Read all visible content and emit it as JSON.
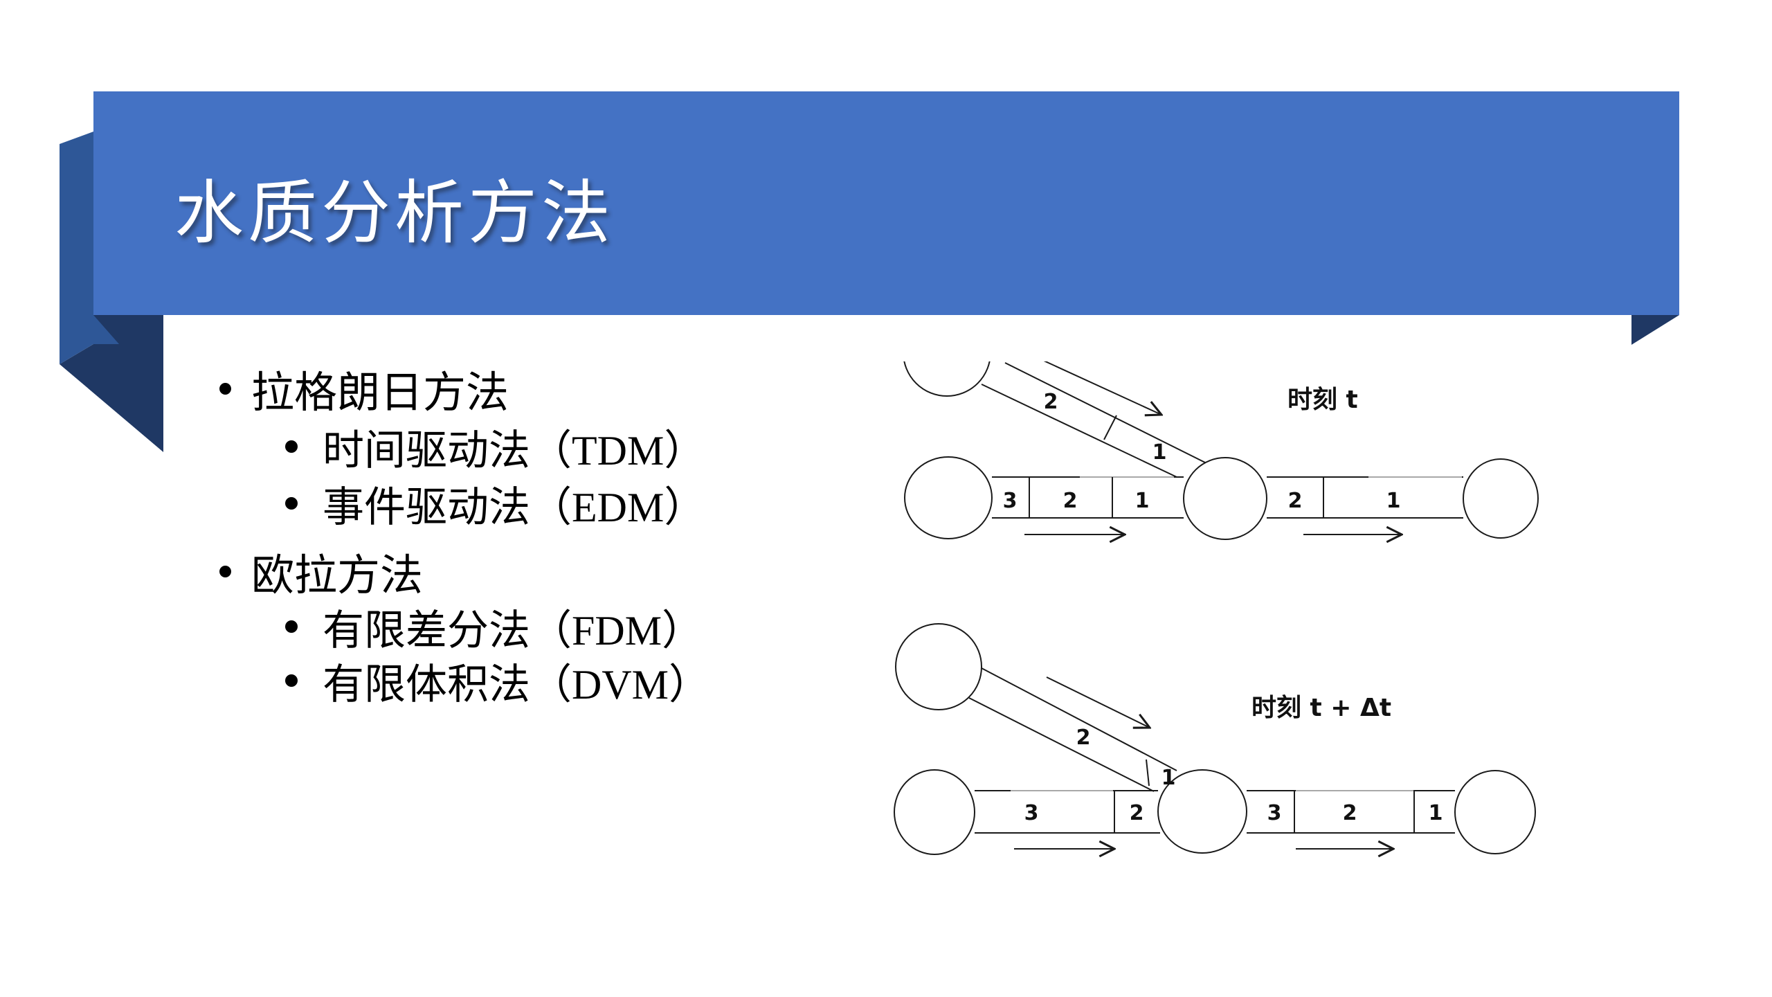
{
  "title": {
    "text": "水质分析方法"
  },
  "bullets": [
    {
      "level": 1,
      "text": "拉格朗日方法"
    },
    {
      "level": 2,
      "text": "时间驱动法（TDM）"
    },
    {
      "level": 2,
      "text": "事件驱动法（EDM）"
    },
    {
      "level": 1,
      "text": "欧拉方法"
    },
    {
      "level": 2,
      "text": "有限差分法（FDM）"
    },
    {
      "level": 2,
      "text": "有限体积法（DVM）"
    }
  ],
  "colors": {
    "banner": "#4472C4",
    "fold_side": "#2E5797",
    "fold_back": "#1F3864",
    "title_text": "#FFFFFF",
    "line": "#1a1a1a"
  },
  "diagram_t": {
    "caption": "时刻 t",
    "incoming_pipe": {
      "segments": [
        "2",
        "1"
      ]
    },
    "left_pipe": {
      "segments": [
        "3",
        "2",
        "1"
      ]
    },
    "right_pipe": {
      "segments": [
        "2",
        "1"
      ]
    }
  },
  "diagram_t_plus_dt": {
    "caption": "时刻 t + Δt",
    "incoming_pipe": {
      "segments": [
        "2",
        "1"
      ]
    },
    "left_pipe": {
      "segments": [
        "3",
        "2"
      ]
    },
    "right_pipe": {
      "segments": [
        "3",
        "2",
        "1"
      ]
    }
  }
}
